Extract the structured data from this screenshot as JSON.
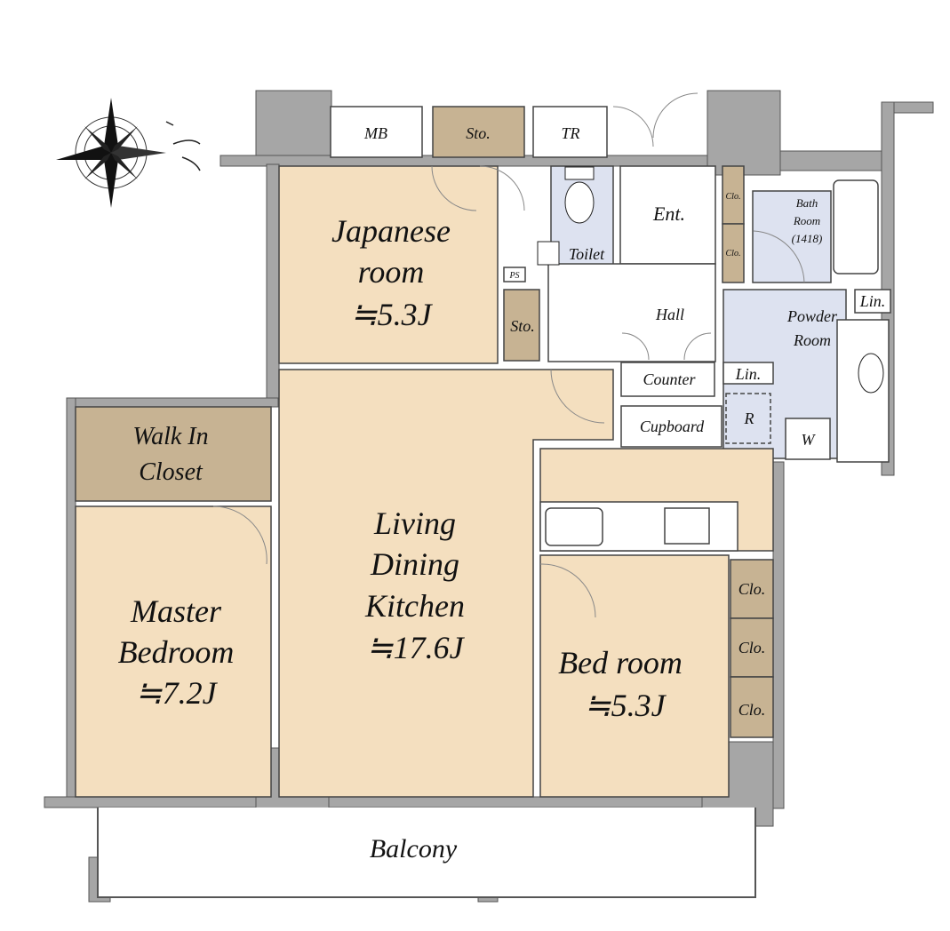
{
  "colors": {
    "wall": "#a6a6a6",
    "room": "#f4dfbf",
    "storage": "#c7b393",
    "wet": "#dde2f0",
    "white": "#ffffff"
  },
  "compass": {
    "icon": "compass-rose-icon"
  },
  "rooms": {
    "mb": "MB",
    "sto_top": "Sto.",
    "tr": "TR",
    "japanese_line1": "Japanese",
    "japanese_line2": "room",
    "japanese_size": "≒5.3J",
    "ps": "PS",
    "sto_small": "Sto.",
    "toilet": "Toilet",
    "ent": "Ent.",
    "clo_a": "Clo.",
    "clo_b": "Clo.",
    "bath_line1": "Bath",
    "bath_line2": "Room",
    "bath_line3": "(1418)",
    "hall": "Hall",
    "powder_line1": "Powder",
    "powder_line2": "Room",
    "lin_a": "Lin.",
    "lin_b": "Lin.",
    "counter": "Counter",
    "cupboard": "Cupboard",
    "r": "R",
    "w": "W",
    "wic_line1": "Walk In",
    "wic_line2": "Closet",
    "master_line1": "Master",
    "master_line2": "Bedroom",
    "master_size": "≒7.2J",
    "ldk_line1": "Living",
    "ldk_line2": "Dining",
    "ldk_line3": "Kitchen",
    "ldk_size": "≒17.6J",
    "bed_line1": "Bed room",
    "bed_size": "≒5.3J",
    "clo_1": "Clo.",
    "clo_2": "Clo.",
    "clo_3": "Clo.",
    "balcony": "Balcony"
  }
}
